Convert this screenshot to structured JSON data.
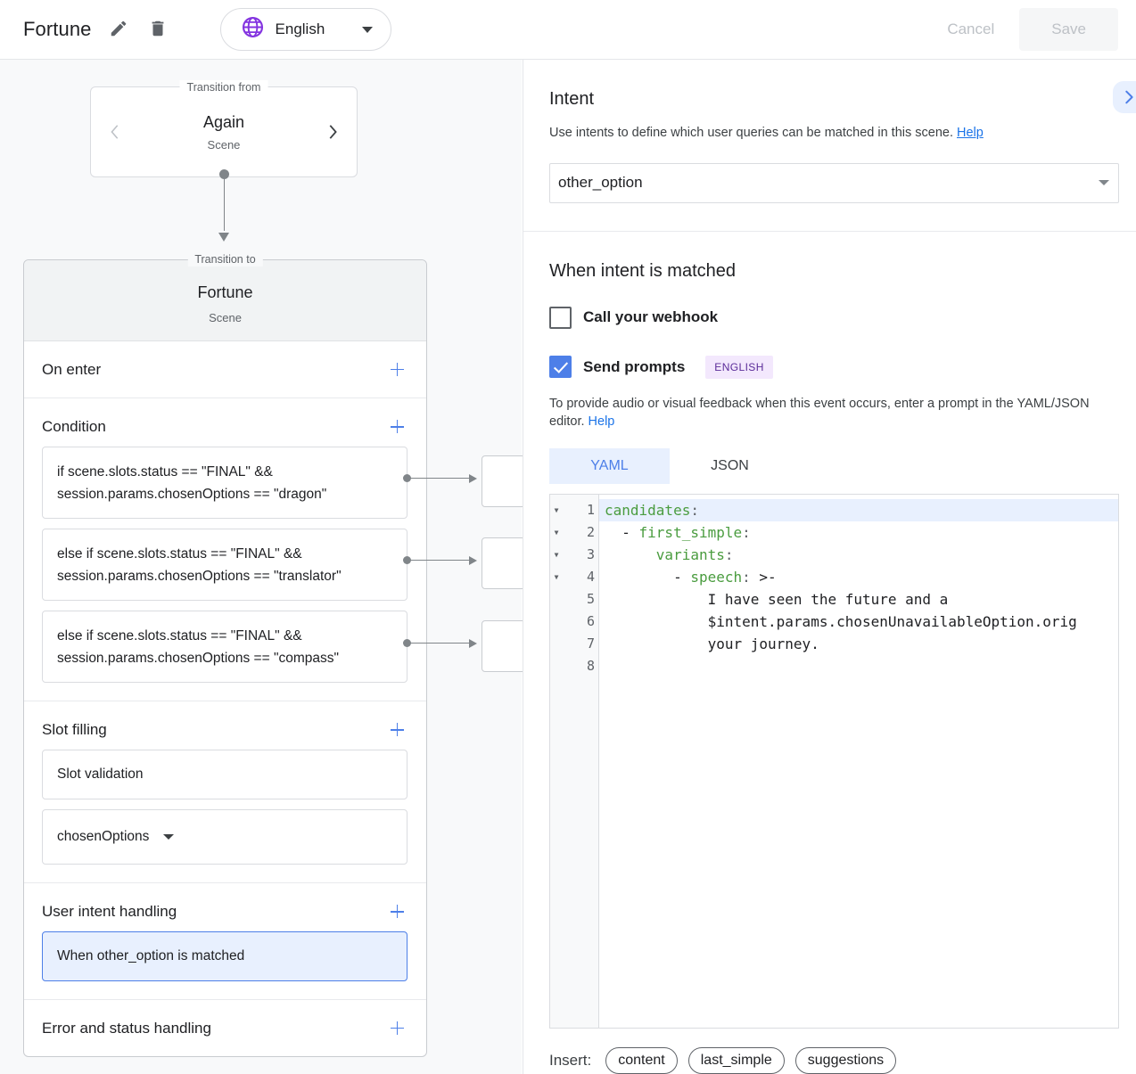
{
  "header": {
    "app_title": "Fortune",
    "edit_icon": "pencil-icon",
    "delete_icon": "trash-icon",
    "globe_icon": "globe-icon",
    "language": "English",
    "cancel_label": "Cancel",
    "save_label": "Save",
    "accent_purple": "#8434e0"
  },
  "left": {
    "transition_from": {
      "legend": "Transition from",
      "name": "Again",
      "type": "Scene",
      "prev_icon": "chevron-left-icon",
      "next_icon": "chevron-right-icon"
    },
    "transition_to": {
      "legend": "Transition to",
      "name": "Fortune",
      "type": "Scene"
    },
    "sections": [
      {
        "title": "On enter",
        "add_icon": "plus-icon",
        "items": []
      },
      {
        "title": "Condition",
        "add_icon": "plus-icon",
        "items": [
          "if scene.slots.status == \"FINAL\" && session.params.chosenOptions == \"dragon\"",
          "else if scene.slots.status == \"FINAL\" && session.params.chosenOptions == \"translator\"",
          "else if scene.slots.status == \"FINAL\" && session.params.chosenOptions == \"compass\""
        ]
      },
      {
        "title": "Slot filling",
        "add_icon": "plus-icon",
        "items": [
          "Slot validation"
        ],
        "slot_name": "chosenOptions"
      },
      {
        "title": "User intent handling",
        "add_icon": "plus-icon",
        "items": [
          "When other_option is matched"
        ],
        "selected_index": 0
      },
      {
        "title": "Error and status handling",
        "add_icon": "plus-icon",
        "items": []
      }
    ]
  },
  "right": {
    "expand_icon": "chevron-right-icon",
    "intent": {
      "heading": "Intent",
      "description": "Use intents to define which user queries can be matched in this scene.",
      "help_label": "Help",
      "selected_intent": "other_option",
      "caret_icon": "chevron-down-icon"
    },
    "matched": {
      "heading": "When intent is matched",
      "webhook_label": "Call your webhook",
      "webhook_checked": false,
      "prompts_label": "Send prompts",
      "prompts_checked": true,
      "language_badge": "ENGLISH",
      "prompt_description": "To provide audio or visual feedback when this event occurs, enter a prompt in the YAML/JSON editor.",
      "prompt_help_label": "Help",
      "tabs": [
        {
          "label": "YAML",
          "active": true
        },
        {
          "label": "JSON",
          "active": false
        }
      ]
    },
    "editor": {
      "active_line": 1,
      "fold_icon": "triangle-down-icon",
      "lines": [
        {
          "no": 1,
          "foldable": true,
          "text": "candidates:",
          "key": "candidates",
          "indent": ""
        },
        {
          "no": 2,
          "foldable": true,
          "text": "  - first_simple:",
          "key": "first_simple",
          "indent": "  - "
        },
        {
          "no": 3,
          "foldable": true,
          "text": "      variants:",
          "key": "variants",
          "indent": "      "
        },
        {
          "no": 4,
          "foldable": true,
          "text": "        - speech: >-",
          "key": "speech",
          "indent": "        - ",
          "tail": " >-"
        },
        {
          "no": 5,
          "foldable": false,
          "text": "            I have seen the future and a"
        },
        {
          "no": 6,
          "foldable": false,
          "text": "            $intent.params.chosenUnavailableOption.orig"
        },
        {
          "no": 7,
          "foldable": false,
          "text": "            your journey."
        },
        {
          "no": 8,
          "foldable": false,
          "text": ""
        }
      ]
    },
    "insert": {
      "label": "Insert:",
      "chips": [
        "content",
        "last_simple",
        "suggestions"
      ]
    }
  }
}
